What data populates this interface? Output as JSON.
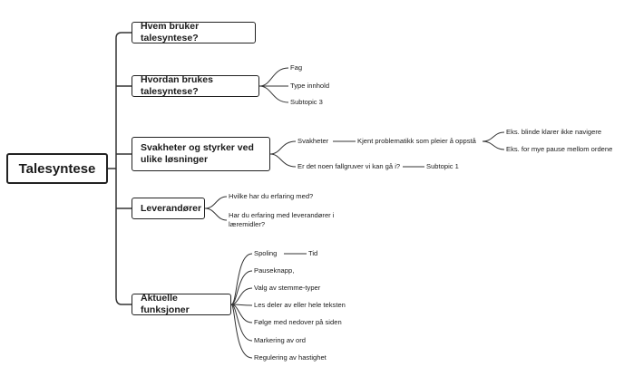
{
  "root": {
    "label": "Talesyntese"
  },
  "branches": [
    {
      "label": "Hvem bruker talesyntese?",
      "children": []
    },
    {
      "label": "Hvordan brukes talesyntese?",
      "children": [
        "Fag",
        "Type innhold",
        "Subtopic 3"
      ]
    },
    {
      "label": "Svakheter og styrker ved ulike løsninger",
      "children": [
        {
          "label": "Svakheter",
          "children": [
            {
              "label": "Kjent problematikk som pleier å oppstå",
              "children": [
                "Eks. blinde klarer ikke navigere",
                "Eks. for mye pause mellom ordene"
              ]
            }
          ]
        },
        {
          "label": "Er det noen fallgruver vi kan gå i?",
          "children": [
            "Subtopic 1"
          ]
        }
      ]
    },
    {
      "label": "Leverandører",
      "children": [
        "Hvilke har du erfaring med?",
        "Har du erfaring med leverandører i læremidler?"
      ]
    },
    {
      "label": "Aktuelle funksjoner",
      "children": [
        {
          "label": "Spoling",
          "children": [
            "Tid"
          ]
        },
        "Pauseknapp,",
        "Valg av stemme-typer",
        "Les deler av eller hele teksten",
        "Følge med nedover på siden",
        "Markering av ord",
        "Regulering av hastighet"
      ]
    }
  ]
}
